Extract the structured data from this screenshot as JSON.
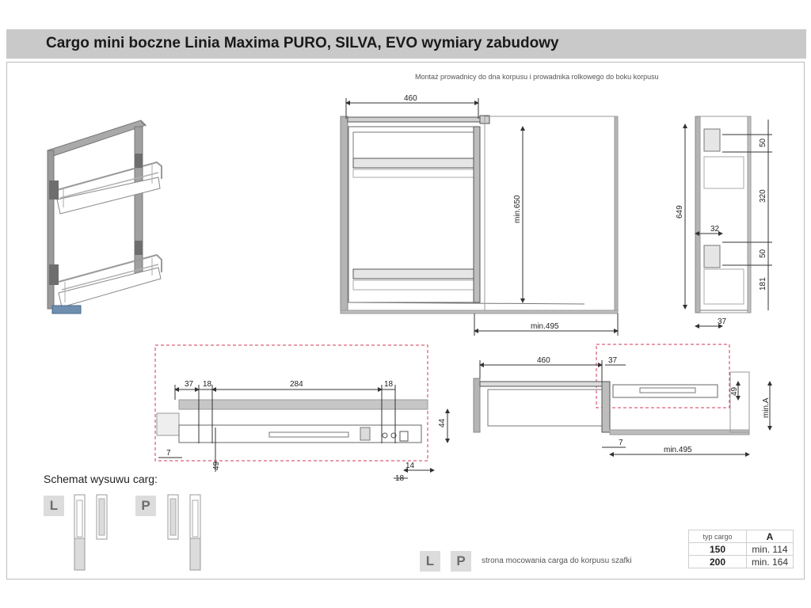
{
  "header": {
    "title": "Cargo mini boczne Linia Maxima PURO, SILVA, EVO wymiary zabudowy"
  },
  "note_top": "Montaż prowadnicy do dna korpusu i prowadnika rolkowego do boku korpusu",
  "front_view": {
    "width": "460",
    "height": "min.650",
    "depth": "min.495"
  },
  "side_view": {
    "total": "649",
    "d1": "50",
    "d2": "320",
    "d3": "32",
    "d4": "50",
    "d5": "181",
    "d6": "37"
  },
  "rail_view": {
    "d1": "37",
    "d2": "18",
    "d3": "284",
    "d4": "18",
    "d5": "44",
    "d6": "7",
    "d7": "49",
    "d8": "14",
    "d9": "18"
  },
  "top_view": {
    "width": "460",
    "d1": "37",
    "d2": "49",
    "d3": "min.A",
    "d4": "7",
    "depth": "min.495"
  },
  "schemat": {
    "title": "Schemat wysuwu carg:",
    "left": "L",
    "right": "P"
  },
  "legend": {
    "left": "L",
    "right": "P",
    "text": "strona mocowania carga do korpusu szafki"
  },
  "table": {
    "header": [
      "typ cargo",
      "A"
    ],
    "rows": [
      [
        "150",
        "min. 114"
      ],
      [
        "200",
        "min. 164"
      ]
    ]
  }
}
